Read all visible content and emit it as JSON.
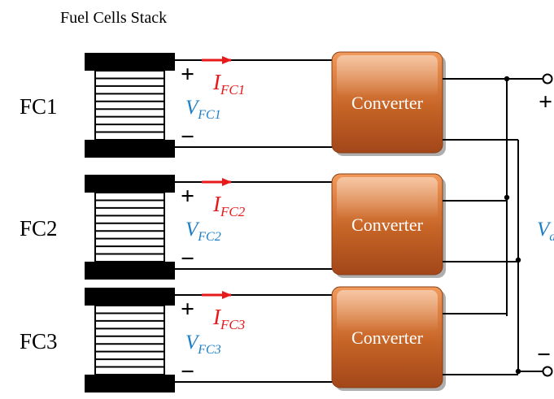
{
  "title": "Fuel Cells Stack",
  "colors": {
    "current": "#e8191a",
    "voltage": "#1d7ec6",
    "converter_top": "#f19a5c",
    "converter_bottom": "#a2471a",
    "plate": "#000000",
    "wire": "#000000"
  },
  "stacks": [
    {
      "label": "FC1",
      "plus": "+",
      "minus": "−",
      "current_symbol": "I",
      "current_sub": "FC1",
      "voltage_symbol": "V",
      "voltage_sub": "FC1",
      "converter_label": "Converter"
    },
    {
      "label": "FC2",
      "plus": "+",
      "minus": "−",
      "current_symbol": "I",
      "current_sub": "FC2",
      "voltage_symbol": "V",
      "voltage_sub": "FC2",
      "converter_label": "Converter"
    },
    {
      "label": "FC3",
      "plus": "+",
      "minus": "−",
      "current_symbol": "I",
      "current_sub": "FC3",
      "voltage_symbol": "V",
      "voltage_sub": "FC3",
      "converter_label": "Converter"
    }
  ],
  "output": {
    "plus": "+",
    "minus": "−",
    "voltage_symbol": "V",
    "voltage_sub": "dc"
  }
}
